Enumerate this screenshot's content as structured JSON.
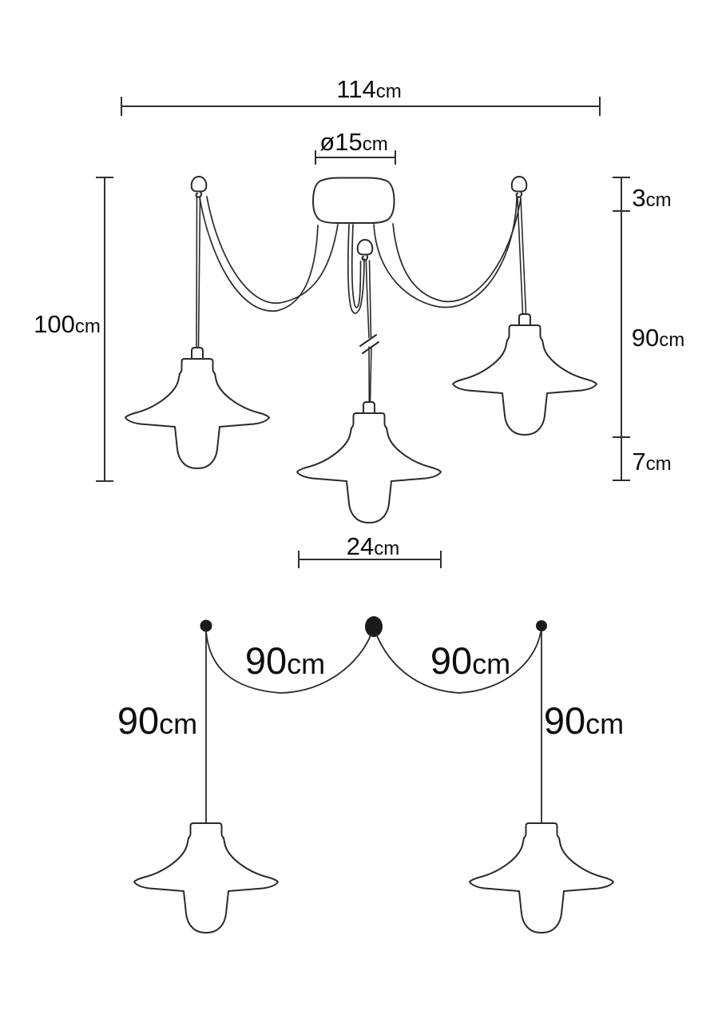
{
  "colors": {
    "line": "#2a2a2a",
    "dim_line": "#2f2f2f",
    "text": "#0d0d0d",
    "background": "#ffffff"
  },
  "top_view": {
    "description": "front elevation of 3-shade spider pendant lamp with dimensions",
    "dims": {
      "total_width": {
        "value": "114",
        "unit": "cm"
      },
      "canopy_diameter": {
        "value": "ø15",
        "unit": "cm"
      },
      "total_height": {
        "value": "100",
        "unit": "cm"
      },
      "canopy_height": {
        "value": "3",
        "unit": "cm"
      },
      "cord_length": {
        "value": "90",
        "unit": "cm"
      },
      "shade_height": {
        "value": "7",
        "unit": "cm"
      },
      "shade_width": {
        "value": "24",
        "unit": "cm"
      }
    }
  },
  "bottom_view": {
    "description": "cord layout schematic with two hanging drops and two swags",
    "dims": {
      "swag_left": {
        "value": "90",
        "unit": "cm"
      },
      "swag_right": {
        "value": "90",
        "unit": "cm"
      },
      "drop_left": {
        "value": "90",
        "unit": "cm"
      },
      "drop_right": {
        "value": "90",
        "unit": "cm"
      }
    }
  }
}
